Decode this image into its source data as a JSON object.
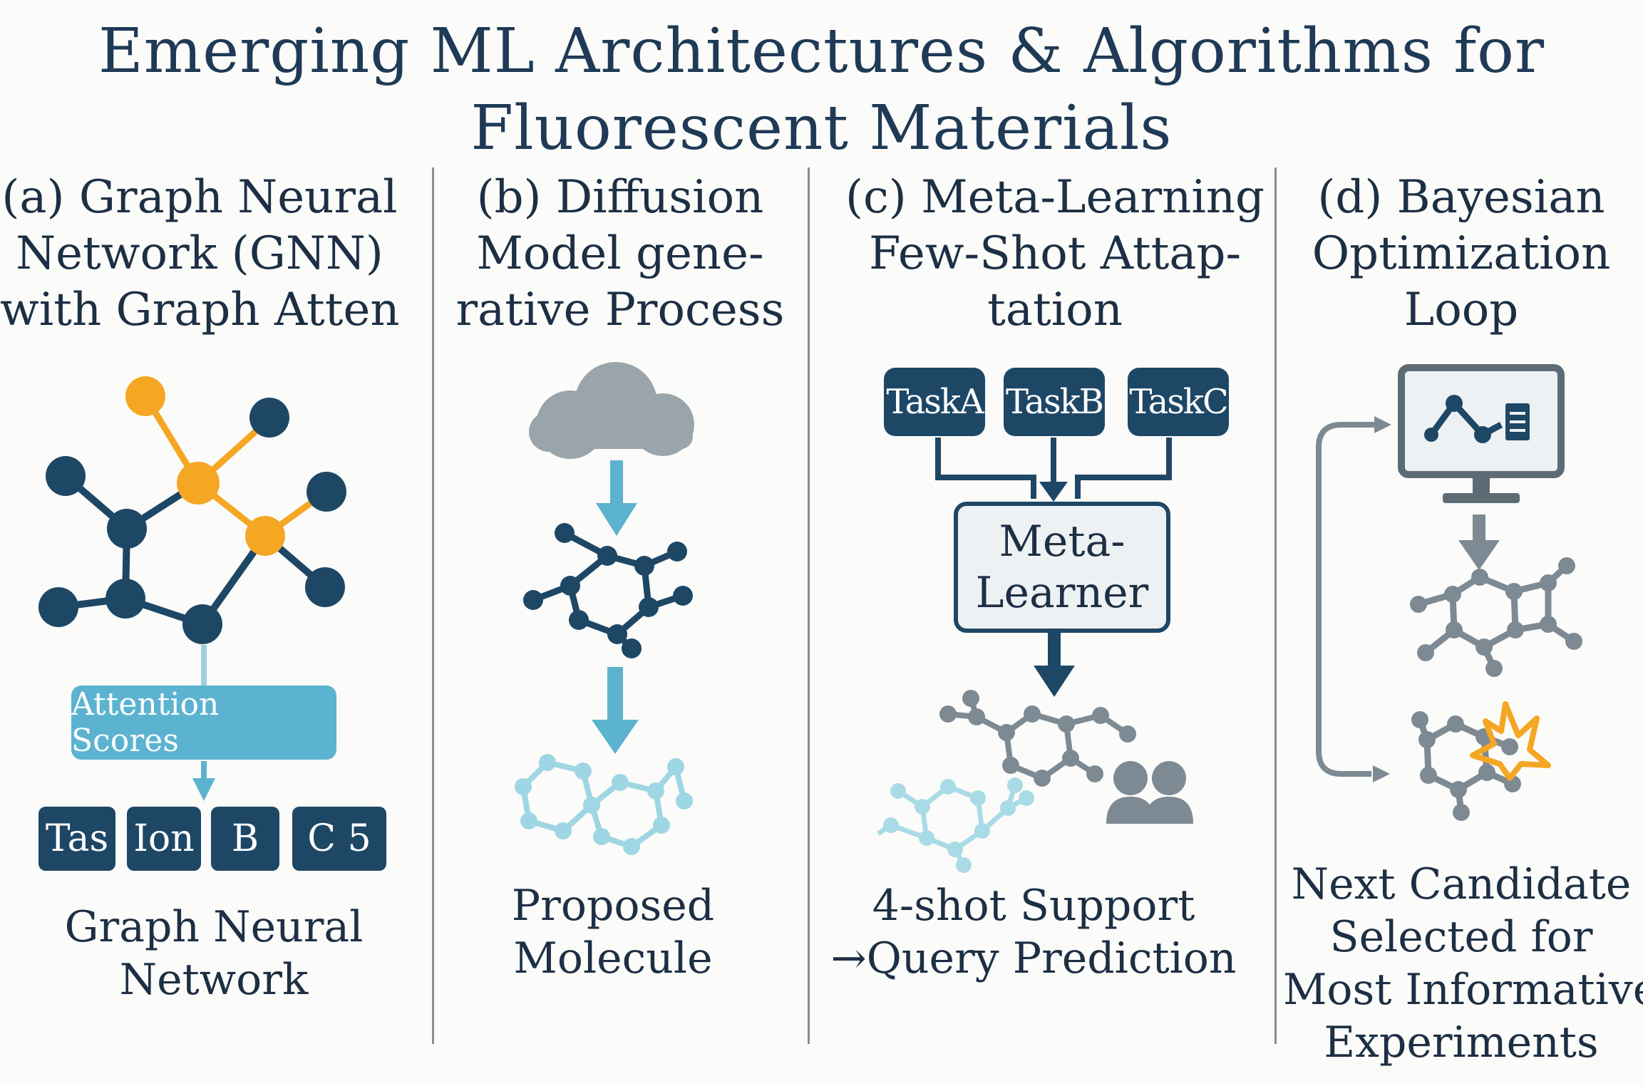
{
  "title": {
    "line1": "Emerging ML Architectures & Algorithms for",
    "line2": "Fluorescent Materials"
  },
  "panels": [
    {
      "title_lines": [
        "(a) Graph Neural",
        "Network (GNN)",
        "with Graph Atten"
      ],
      "attention_label": "Attention Scores",
      "chips": [
        "Tas",
        "Ion",
        "B",
        "C 5"
      ],
      "caption_lines": [
        "Graph Neural",
        "Network"
      ]
    },
    {
      "title_lines": [
        "(b) Diffusion",
        "Model gene-",
        "rative Process"
      ],
      "caption_lines": [
        "Proposed",
        "Molecule"
      ]
    },
    {
      "title_lines": [
        "(c) Meta-Learning",
        "Few-Shot Attap-",
        "tation"
      ],
      "tasks": [
        "TaskA",
        "TaskB",
        "TaskC"
      ],
      "meta_lines": [
        "Meta-",
        "Learner"
      ],
      "caption_lines": [
        "4-shot Support",
        "→Query Prediction"
      ]
    },
    {
      "title_lines": [
        "(d) Bayesian",
        "Optimization",
        "Loop"
      ],
      "caption_lines": [
        "Next Candidate",
        "Selected for",
        "Most Informative",
        "Experiments"
      ]
    }
  ],
  "colors": {
    "navy": "#1e4766",
    "orange": "#f5a623",
    "light_blue": "#5bb3d0",
    "gray": "#7d8a93",
    "cloud": "#9aa4ab"
  }
}
